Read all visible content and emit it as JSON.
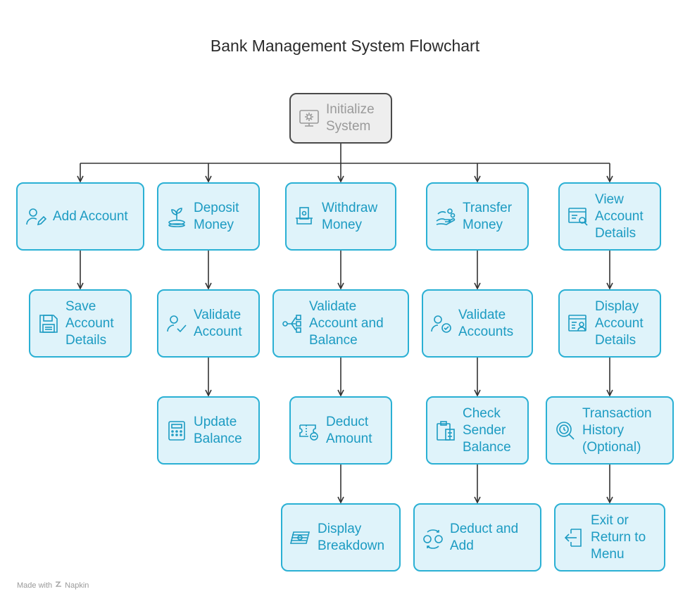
{
  "title": "Bank Management System Flowchart",
  "colors": {
    "node_fill": "#dff3fa",
    "node_border": "#2ab0d4",
    "node_text": "#1c9bc2",
    "root_fill": "#eeeeee",
    "root_border": "#4a4a4a",
    "root_text": "#9a9a9a",
    "connector": "#333333"
  },
  "root": {
    "label": "Initialize\nSystem",
    "icon": "computer-gear-icon"
  },
  "columns": [
    {
      "nodes": [
        {
          "label": "Add Account",
          "icon": "user-edit-icon"
        },
        {
          "label": "Save\nAccount\nDetails",
          "icon": "floppy-disk-icon"
        }
      ]
    },
    {
      "nodes": [
        {
          "label": "Deposit\nMoney",
          "icon": "money-plant-icon"
        },
        {
          "label": "Validate\nAccount",
          "icon": "user-check-icon"
        },
        {
          "label": "Update\nBalance",
          "icon": "calculator-icon"
        }
      ]
    },
    {
      "nodes": [
        {
          "label": "Withdraw\nMoney",
          "icon": "cash-withdraw-icon"
        },
        {
          "label": "Validate\nAccount and\nBalance",
          "icon": "split-arrows-icon"
        },
        {
          "label": "Deduct\nAmount",
          "icon": "ticket-minus-icon"
        },
        {
          "label": "Display\nBreakdown",
          "icon": "banknotes-stack-icon"
        }
      ]
    },
    {
      "nodes": [
        {
          "label": "Transfer\nMoney",
          "icon": "hand-coins-icon"
        },
        {
          "label": "Validate\nAccounts",
          "icon": "user-verified-icon"
        },
        {
          "label": "Check\nSender\nBalance",
          "icon": "clipboard-icon"
        },
        {
          "label": "Deduct and\nAdd",
          "icon": "money-exchange-icon"
        }
      ]
    },
    {
      "nodes": [
        {
          "label": "View\nAccount\nDetails",
          "icon": "browser-search-icon"
        },
        {
          "label": "Display\nAccount\nDetails",
          "icon": "profile-card-icon"
        },
        {
          "label": "Transaction\nHistory\n(Optional)",
          "icon": "magnifier-history-icon"
        },
        {
          "label": "Exit or\nReturn to\nMenu",
          "icon": "exit-door-icon"
        }
      ]
    }
  ],
  "footer": {
    "text": "Made with",
    "brand": "Napkin"
  }
}
